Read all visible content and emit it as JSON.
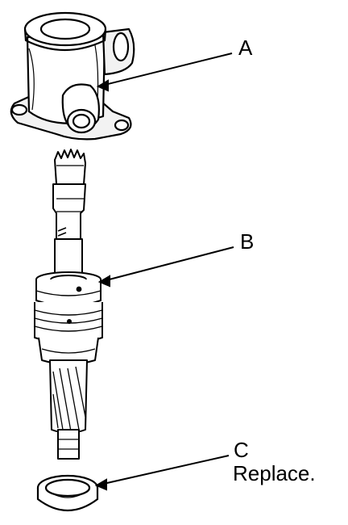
{
  "labels": {
    "a": "A",
    "b": "B",
    "c": "C",
    "c_note": "Replace."
  },
  "parts": {
    "a": "housing",
    "b": "shaft-assembly",
    "c": "seal-ring"
  },
  "colors": {
    "ink": "#000000",
    "background": "#ffffff",
    "shade": "#d9d9d9",
    "light": "#f2f2f2"
  }
}
